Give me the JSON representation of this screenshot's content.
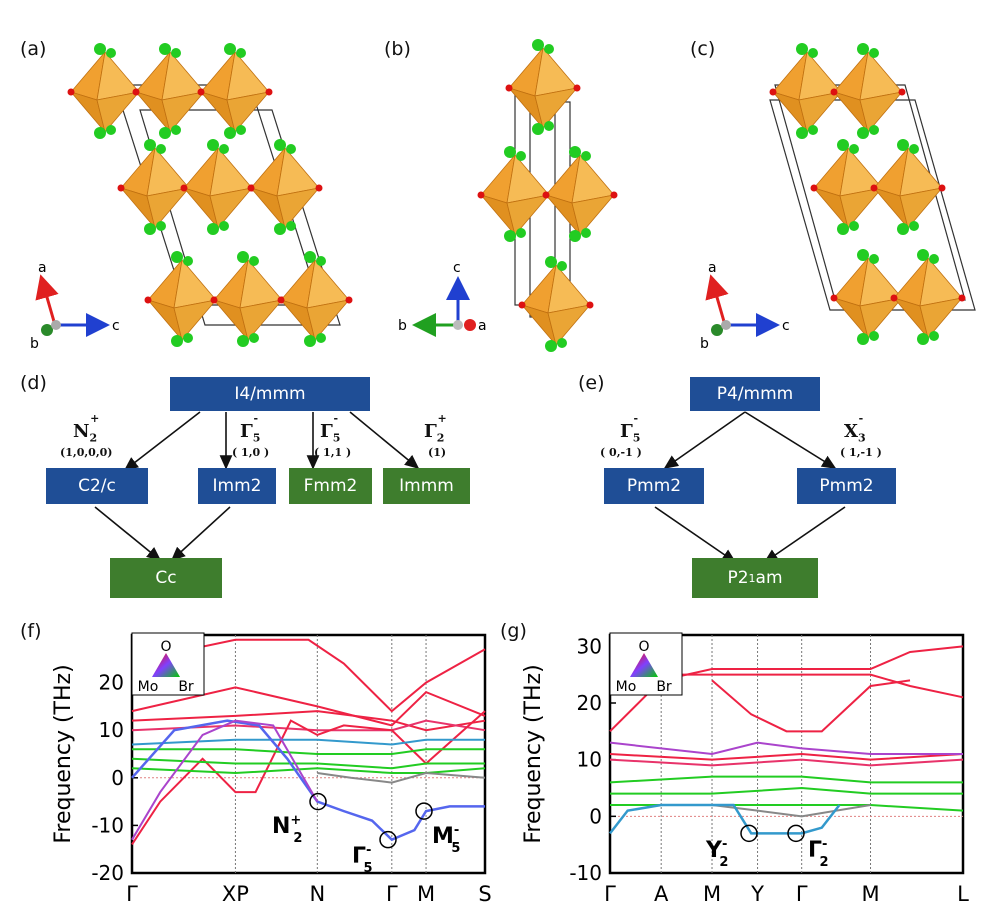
{
  "panels": {
    "a": "(a)",
    "b": "(b)",
    "c": "(c)",
    "d": "(d)",
    "e": "(e)",
    "f": "(f)",
    "g": "(g)"
  },
  "axes_labels": {
    "a": {
      "up": "a",
      "right": "c",
      "diag": "b"
    },
    "b": {
      "up": "c",
      "left": "b",
      "point": "a"
    },
    "c": {
      "up": "a",
      "right": "c",
      "diag": "b"
    }
  },
  "tree_d": {
    "root": "I4/mmm",
    "children": [
      "C2/c",
      "Imm2",
      "Fmm2",
      "Immm"
    ],
    "leaf": "Cc",
    "irreps": [
      {
        "base": "N",
        "sub": "2",
        "sup": "+",
        "vec": "(1,0,0,0)"
      },
      {
        "base": "Γ",
        "sub": "5",
        "sup": "-",
        "vec": "( 1,0 )"
      },
      {
        "base": "Γ",
        "sub": "5",
        "sup": "-",
        "vec": "( 1,1 )"
      },
      {
        "base": "Γ",
        "sub": "2",
        "sup": "+",
        "vec": "(1)"
      }
    ]
  },
  "tree_e": {
    "root": "P4/mmm",
    "children": [
      "Pmm2",
      "Pmm2"
    ],
    "leaf": "P2",
    "leaf_sub": "1",
    "leaf_rest": "am",
    "irreps": [
      {
        "base": "Γ",
        "sub": "5",
        "sup": "-",
        "vec": "( 0,-1 )"
      },
      {
        "base": "X",
        "sub": "3",
        "sup": "-",
        "vec": "( 1,-1 )"
      }
    ]
  },
  "colors": {
    "blue_box": "#1f4e96",
    "green_box": "#3e7d2d",
    "octahedron": "#f0a030",
    "br_atom": "#22cc22",
    "o_atom": "#dd1111"
  },
  "chart_data": [
    {
      "type": "line",
      "ylabel": "Frequency (THz)",
      "ylim": [
        -20,
        30
      ],
      "yticks": [
        -20,
        -10,
        0,
        10,
        20
      ],
      "xticks": [
        "Γ",
        "XP",
        "N",
        "Γ",
        "M",
        "S"
      ],
      "legend": {
        "top": "O",
        "left": "Mo",
        "right": "Br"
      },
      "annotations": [
        {
          "base": "N",
          "sub": "2",
          "sup": "+"
        },
        {
          "base": "Γ",
          "sub": "5",
          "sup": "-"
        },
        {
          "base": "M",
          "sub": "5",
          "sup": "-"
        }
      ]
    },
    {
      "type": "line",
      "ylabel": "Frequency (THz)",
      "ylim": [
        -10,
        32
      ],
      "yticks": [
        -10,
        0,
        10,
        20,
        30
      ],
      "xticks": [
        "Γ",
        "A",
        "M",
        "Y",
        "Γ",
        "M",
        "L"
      ],
      "legend": {
        "top": "O",
        "left": "Mo",
        "right": "Br"
      },
      "annotations": [
        {
          "base": "Y",
          "sub": "2",
          "sup": "-"
        },
        {
          "base": "Γ",
          "sub": "2",
          "sup": "-"
        }
      ]
    }
  ]
}
